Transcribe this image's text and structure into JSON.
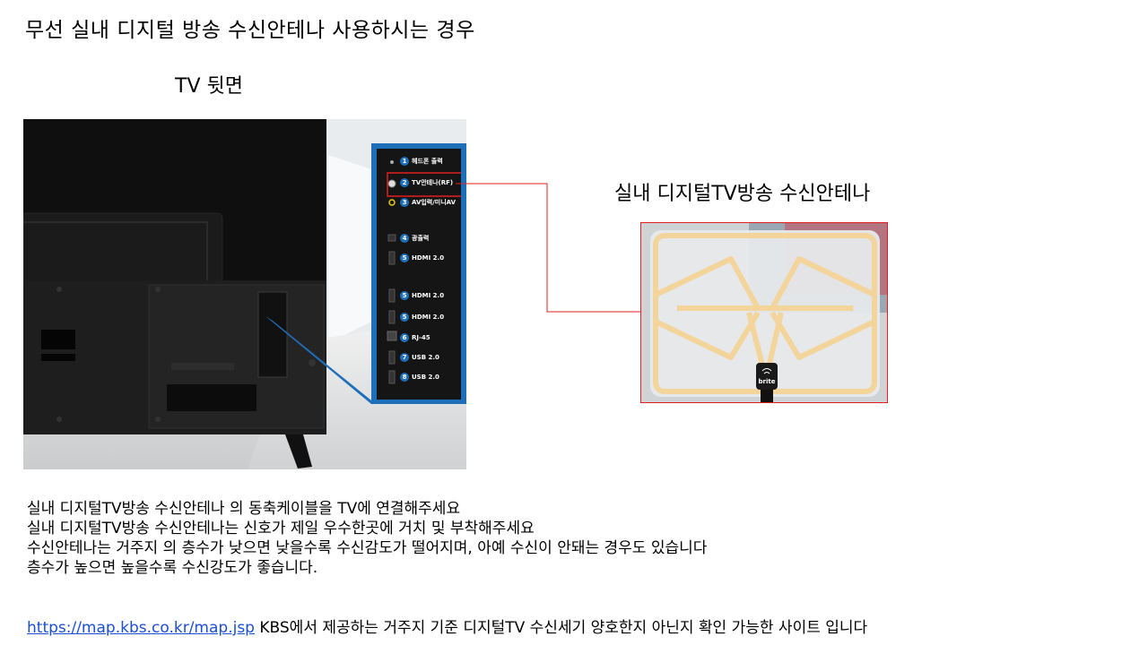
{
  "slide": {
    "title": "무선 실내 디지털 방송 수신안테나 사용하시는 경우",
    "tv_back_label": "TV 뒷면",
    "antenna_label": "실내 디지털TV방송 수신안테나"
  },
  "tv_panel": {
    "ports": [
      {
        "num": "1",
        "label": "헤드폰 출력"
      },
      {
        "num": "2",
        "label": "TV안테나(RF)"
      },
      {
        "num": "3",
        "label": "AV입력/미니AV"
      },
      {
        "num": "4",
        "label": "광출력"
      },
      {
        "num": "5",
        "label": "HDMI 2.0"
      },
      {
        "num": "5",
        "label": "HDMI 2.0"
      },
      {
        "num": "5",
        "label": "HDMI 2.0"
      },
      {
        "num": "6",
        "label": "RJ-45"
      },
      {
        "num": "7",
        "label": "USB 2.0"
      },
      {
        "num": "8",
        "label": "USB 2.0"
      }
    ],
    "highlight_color": "#e02020",
    "accent_color": "#1e6fb8"
  },
  "instructions": {
    "lines": [
      "실내 디지털TV방송 수신안테나 의 동축케이블을 TV에 연결해주세요",
      "실내 디지털TV방송 수신안테나는 신호가 제일 우수한곳에 거치 및 부착해주세요",
      "수신안테나는 거주지 의 층수가 낮으면 낮을수록 수신감도가 떨어지며, 아예 수신이 안돼는 경우도 있습니다",
      "층수가 높으면 높을수록 수신강도가 좋습니다."
    ]
  },
  "link": {
    "url_text": "https://map.kbs.co.kr/map.jsp",
    "description": " KBS에서 제공하는 거주지 기준 디지털TV 수신세기 양호한지 아닌지 확인 가능한 사이트 입니다"
  },
  "antenna": {
    "brand": "brite"
  }
}
